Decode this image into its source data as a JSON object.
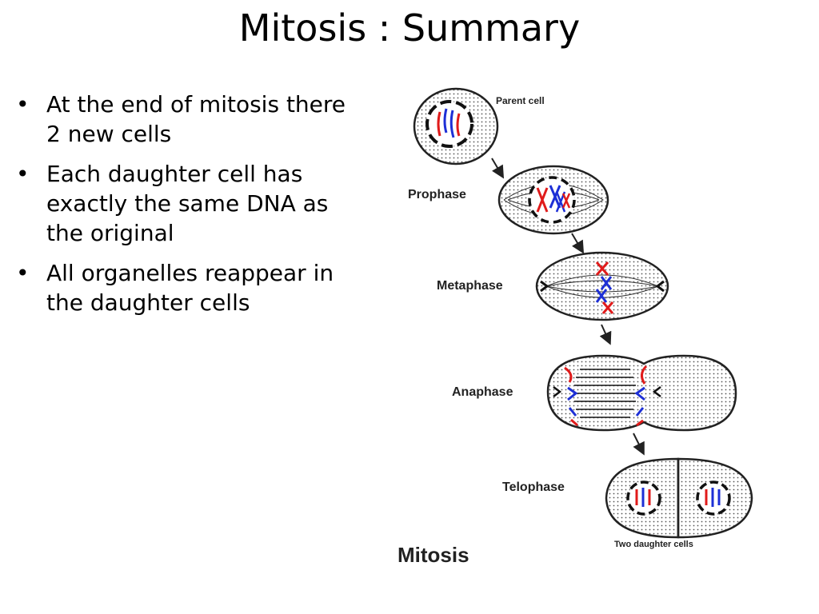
{
  "slide": {
    "title": "Mitosis : Summary",
    "bullets": [
      "At the end of mitosis there 2 new cells",
      "Each daughter cell has exactly the same DNA as the original",
      "All organelles reappear in the daughter cells"
    ]
  },
  "figure": {
    "caption": "Mitosis",
    "stages": {
      "parent": "Parent cell",
      "prophase": "Prophase",
      "metaphase": "Metaphase",
      "anaphase": "Anaphase",
      "telophase": "Telophase",
      "daughters": "Two daughter cells"
    },
    "colors": {
      "maternal": "#e01b1b",
      "paternal": "#1d2fd6"
    }
  }
}
